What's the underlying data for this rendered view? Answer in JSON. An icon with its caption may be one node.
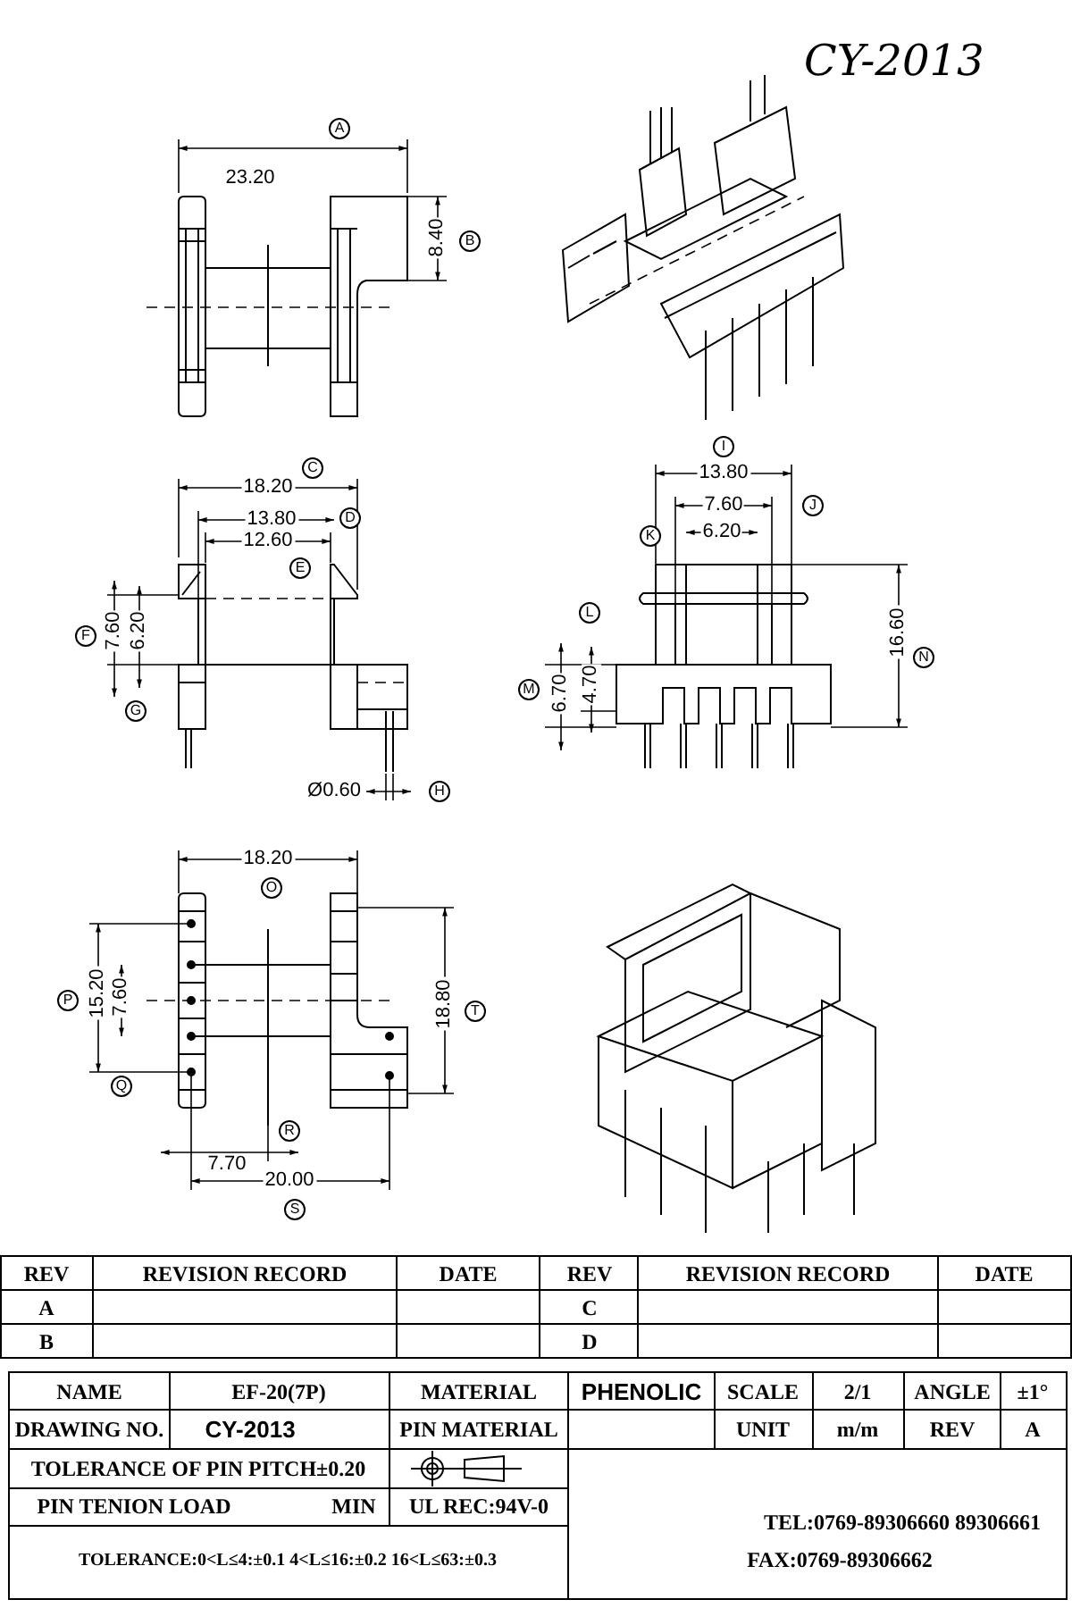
{
  "diagram": {
    "title": "CY-2013",
    "labels": [
      "23.20",
      "A",
      "8.40",
      "B",
      "18.20",
      "C",
      "13.80",
      "D",
      "12.60",
      "E",
      "F",
      "7.60",
      "6.20",
      "G",
      "Ø0.60",
      "H",
      "I",
      "13.80",
      "7.60",
      "J",
      "K",
      "6.20",
      "L",
      "M",
      "6.70",
      "4.70",
      "16.60",
      "N",
      "18.20",
      "O",
      "P",
      "15.20",
      "7.60",
      "Q",
      "18.80",
      "T",
      "R",
      "7.70",
      "20.00",
      "S",
      "REV",
      "REVISION RECORD",
      "DATE",
      "REV",
      "REVISION RECORD",
      "DATE",
      "A",
      "C",
      "B",
      "D",
      "NAME",
      "EF-20(7P)",
      "MATERIAL",
      "PHENOLIC",
      "SCALE",
      "2/1",
      "ANGLE",
      "±1°",
      "DRAWING NO.",
      "CY-2013",
      "PIN MATERIAL",
      "UNIT",
      "m/m",
      "REV",
      "A",
      "TOLERANCE OF PIN PITCH±0.20",
      "PIN TENION LOAD",
      "MIN",
      "UL REC:94V-0",
      "TOLERANCE:0<L≤4:±0.1 4<L≤16:±0.2 16<L≤63:±0.3",
      "TEL:0769-89306660 89306661",
      "FAX:0769-89306662"
    ]
  }
}
